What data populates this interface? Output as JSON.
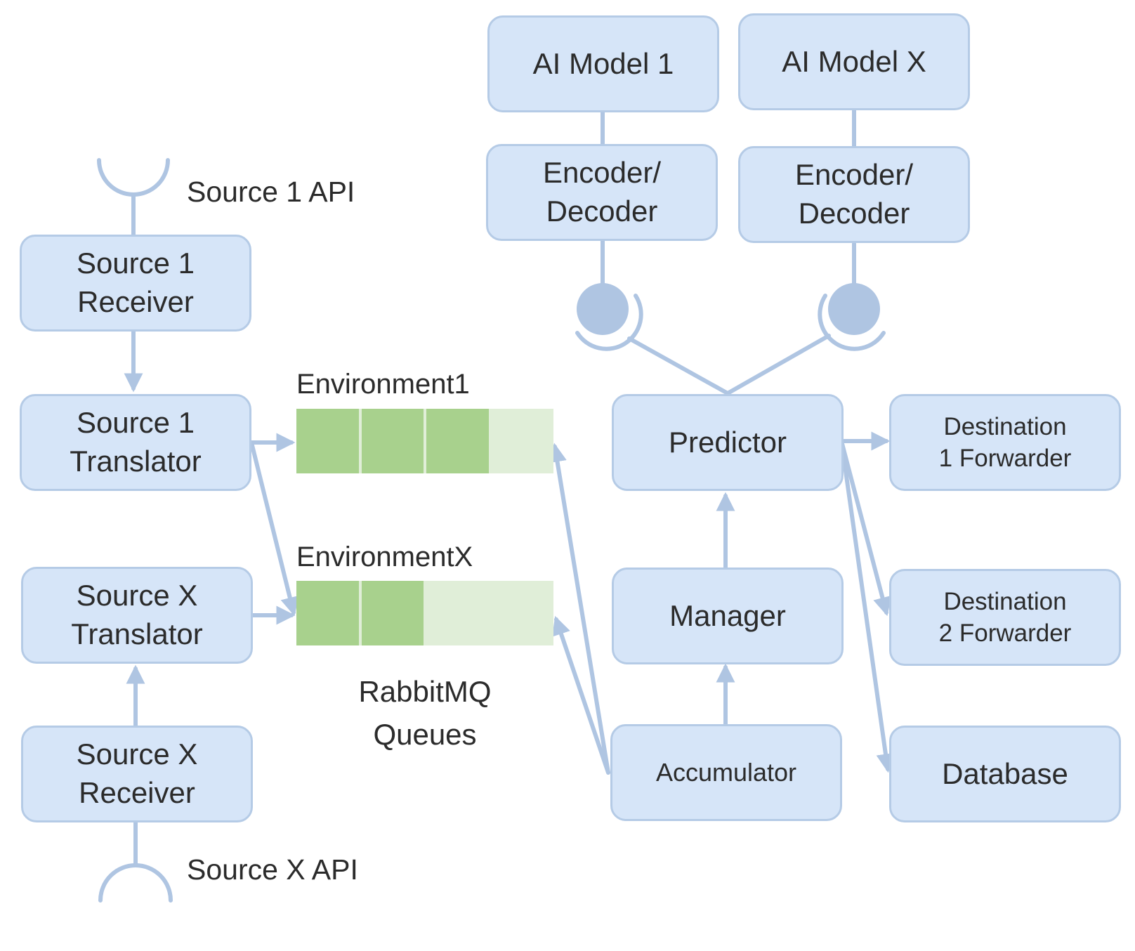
{
  "colors": {
    "box_fill": "#d6e5f8",
    "box_border": "#b5cbe6",
    "connector": "#afc5e2",
    "queue_filled": "#a8d18d",
    "queue_empty": "#e0eed8",
    "text": "#2b2b2b"
  },
  "apis": {
    "source1": "Source 1 API",
    "sourceX": "Source X API"
  },
  "sources": {
    "source1_receiver": [
      "Source 1",
      "Receiver"
    ],
    "source1_translator": [
      "Source 1",
      "Translator"
    ],
    "sourceX_translator": [
      "Source X",
      "Translator"
    ],
    "sourceX_receiver": [
      "Source X",
      "Receiver"
    ]
  },
  "queues": {
    "caption": [
      "RabbitMQ",
      "Queues"
    ],
    "items": [
      {
        "name": "Environment1",
        "filled": 3,
        "capacity": 4
      },
      {
        "name": "EnvironmentX",
        "filled": 2,
        "capacity": 4
      }
    ]
  },
  "models": {
    "model1": "AI Model 1",
    "modelX": "AI Model X",
    "codec1": [
      "Encoder/",
      "Decoder"
    ],
    "codecX": [
      "Encoder/",
      "Decoder"
    ]
  },
  "core": {
    "predictor": "Predictor",
    "manager": "Manager",
    "accumulator": "Accumulator"
  },
  "destinations": {
    "dest1": [
      "Destination",
      "1 Forwarder"
    ],
    "dest2": [
      "Destination",
      "2 Forwarder"
    ],
    "database": "Database"
  }
}
